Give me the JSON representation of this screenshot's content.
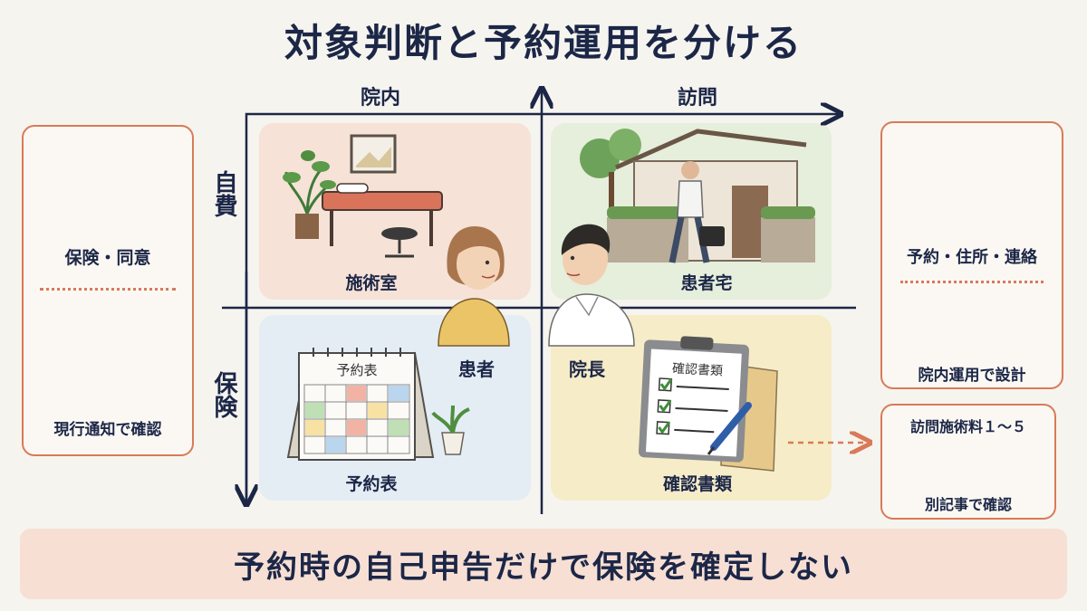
{
  "title": "対象判断と予約運用を分ける",
  "axes": {
    "col_left": "院内",
    "col_right": "訪問",
    "row_top": "自費",
    "row_bottom": "保険"
  },
  "quadrants": {
    "top_left": "施術室",
    "top_right": "患者宅",
    "bottom_left": "予約表",
    "bottom_right": "確認書類"
  },
  "calendar_title": "予約表",
  "clipboard_title": "確認書類",
  "people": {
    "patient": "患者",
    "director": "院長"
  },
  "left_panel": {
    "top_label": "保険・同意",
    "bottom_label": "現行通知で確認"
  },
  "right_panel_top": {
    "top_label": "予約・住所・連絡",
    "bottom_label": "院内運用で設計"
  },
  "right_panel_bottom": {
    "top_label": "訪問施術料１～５",
    "bottom_label": "別記事で確認"
  },
  "banner": "予約時の自己申告だけで保険を確定しない",
  "colors": {
    "accent": "#d97a58",
    "navy": "#1c2747",
    "q_top_left": "#f6e2d6",
    "q_top_right": "#e6eedc",
    "q_bottom_left": "#e4edf4",
    "q_bottom_right": "#f6ecc8",
    "banner": "#f7dfd4"
  }
}
